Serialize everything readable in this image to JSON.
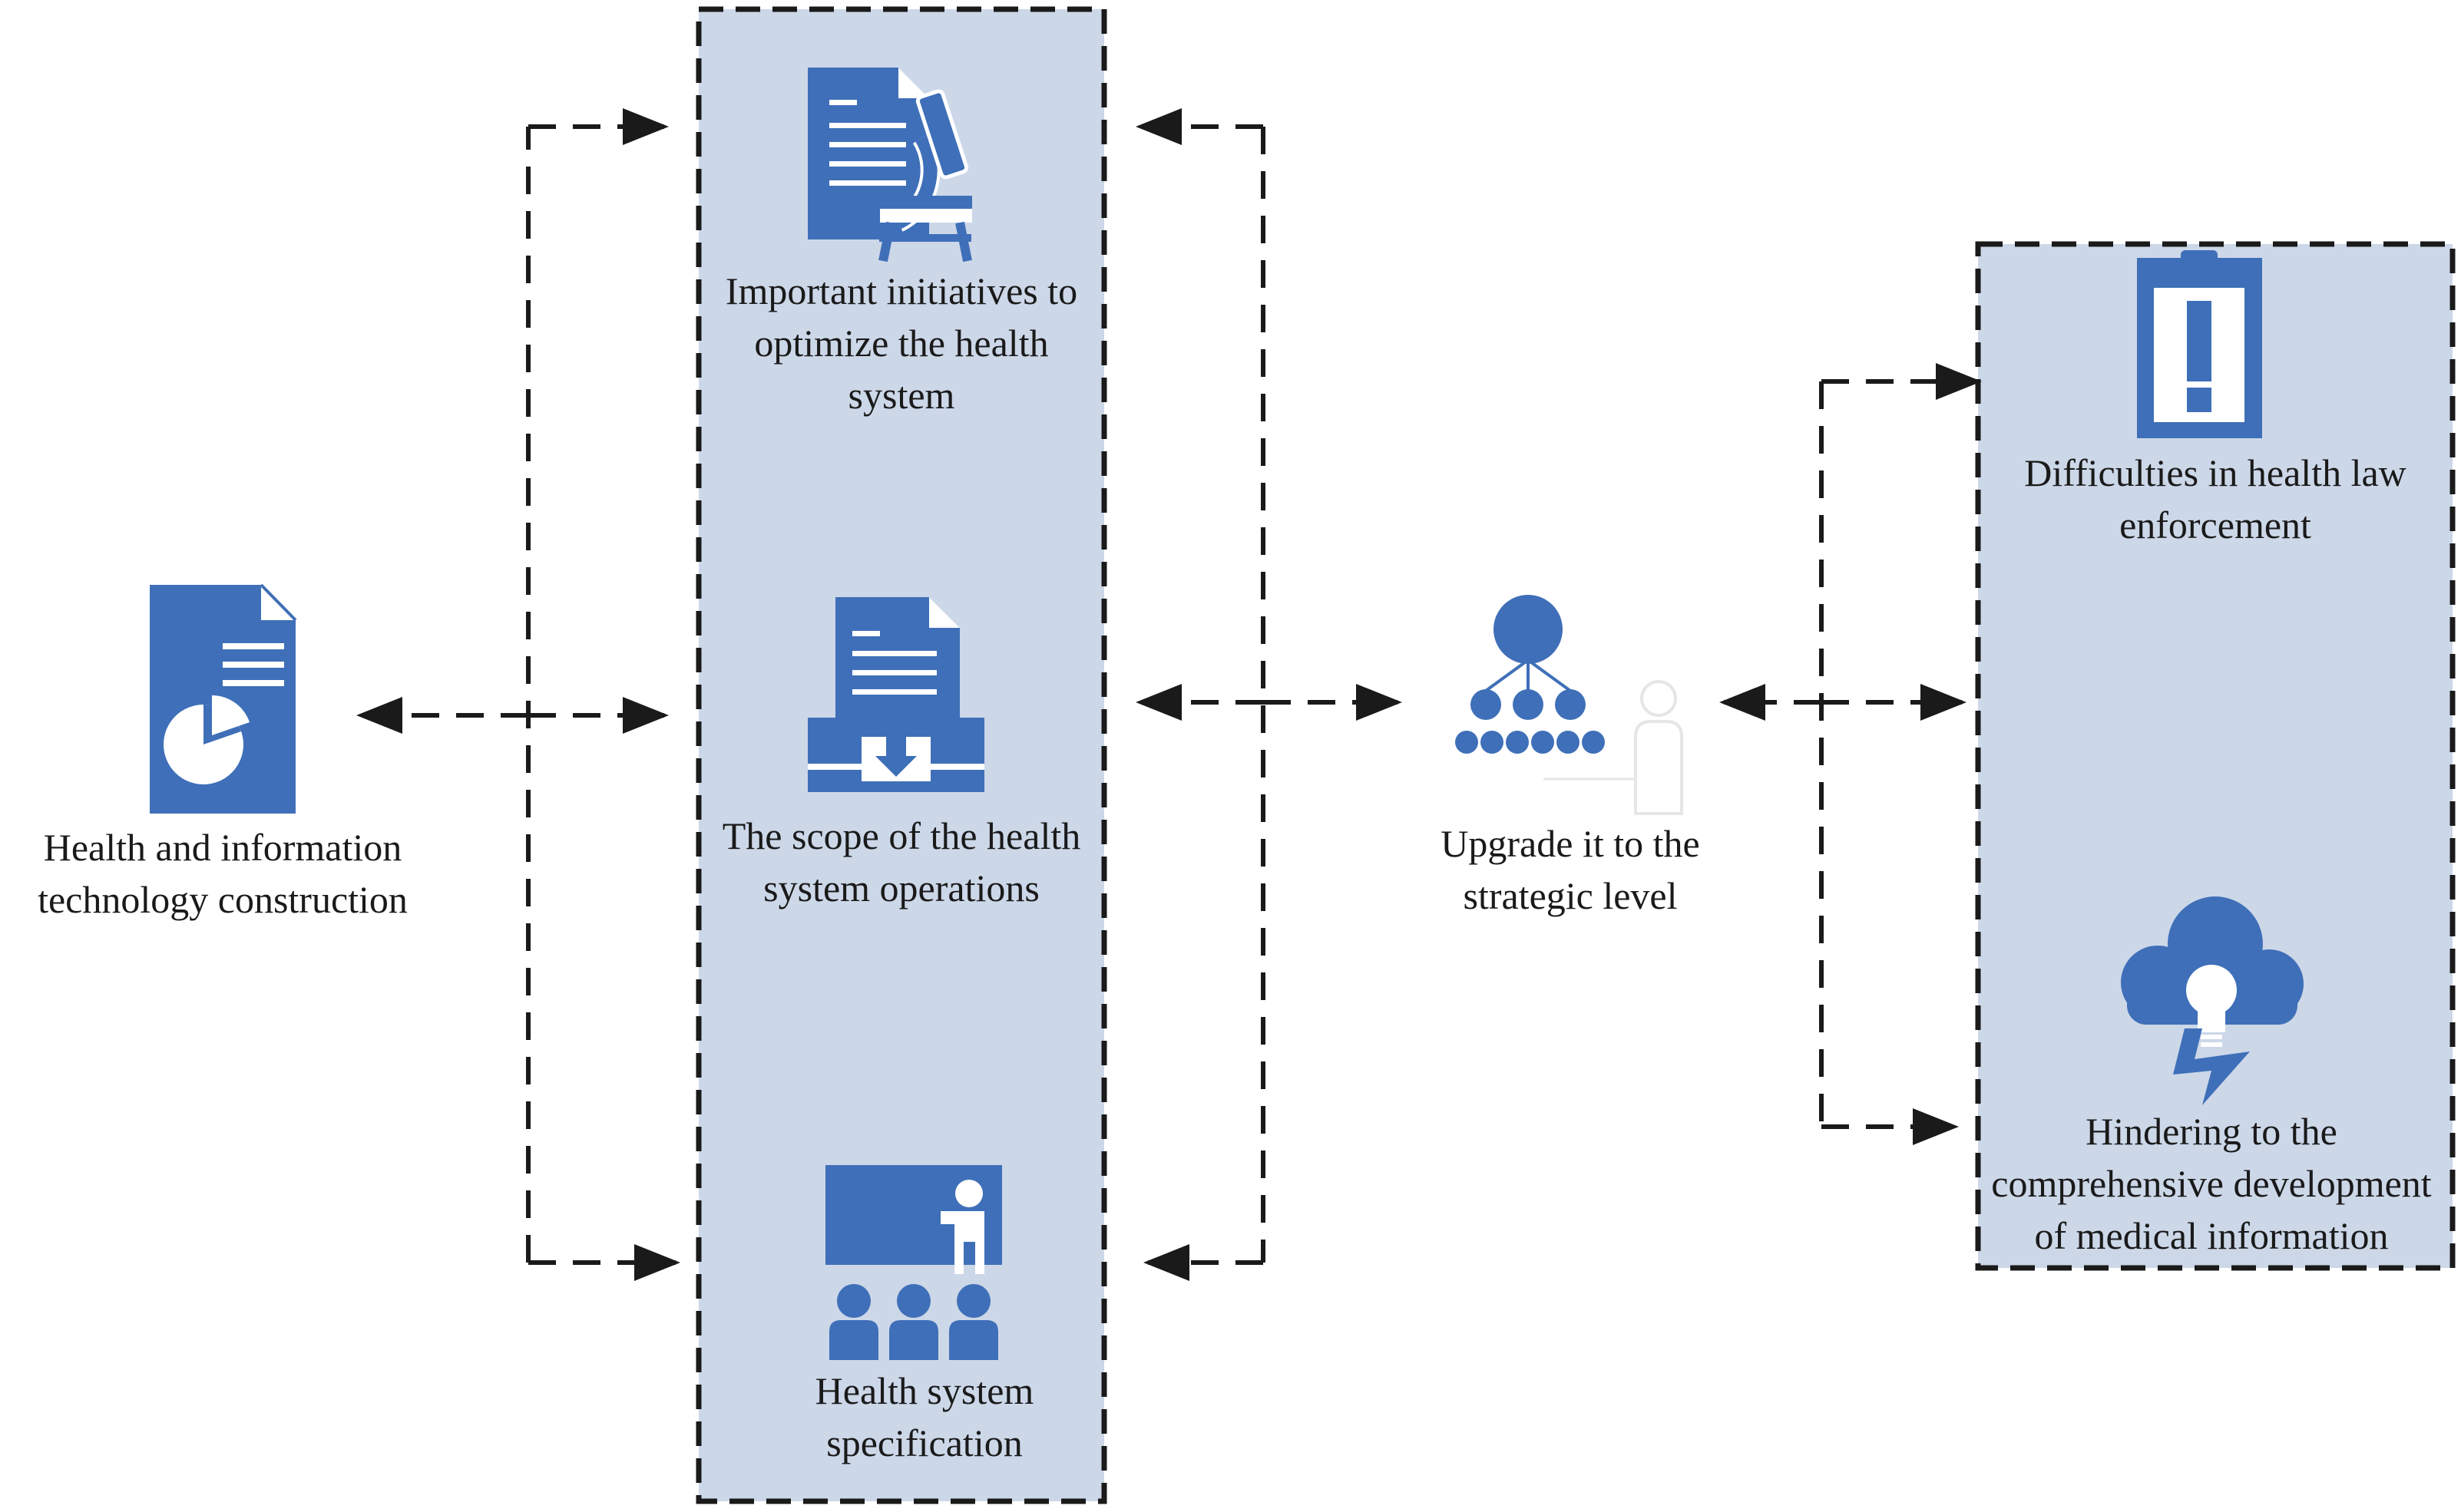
{
  "colors": {
    "panel": "#ccd7e8",
    "icon": "#3f6fb8",
    "border": "#1a1a1a",
    "arrow": "#1a1a1a"
  },
  "nodes": {
    "source": {
      "lines": [
        "Health and information",
        "technology construction"
      ],
      "icon": "report-pie-chart-icon"
    },
    "initiatives": {
      "lines": [
        "Important initiatives to",
        "optimize the health",
        "system"
      ],
      "icon": "research-document-microscope-icon"
    },
    "scope": {
      "lines": [
        "The scope of the health",
        "system operations"
      ],
      "icon": "document-inbox-download-icon"
    },
    "specification": {
      "lines": [
        "Health system",
        "specification"
      ],
      "icon": "presentation-audience-icon"
    },
    "upgrade": {
      "lines": [
        "Upgrade it to the",
        "strategic level"
      ],
      "icon": "hierarchy-organization-icon"
    },
    "difficulties": {
      "lines": [
        "Difficulties in health law",
        "enforcement"
      ],
      "icon": "clipboard-alert-icon"
    },
    "hindering": {
      "lines": [
        "Hindering to the",
        "comprehensive development",
        "of medical information"
      ],
      "icon": "cloud-idea-lightning-icon"
    }
  }
}
